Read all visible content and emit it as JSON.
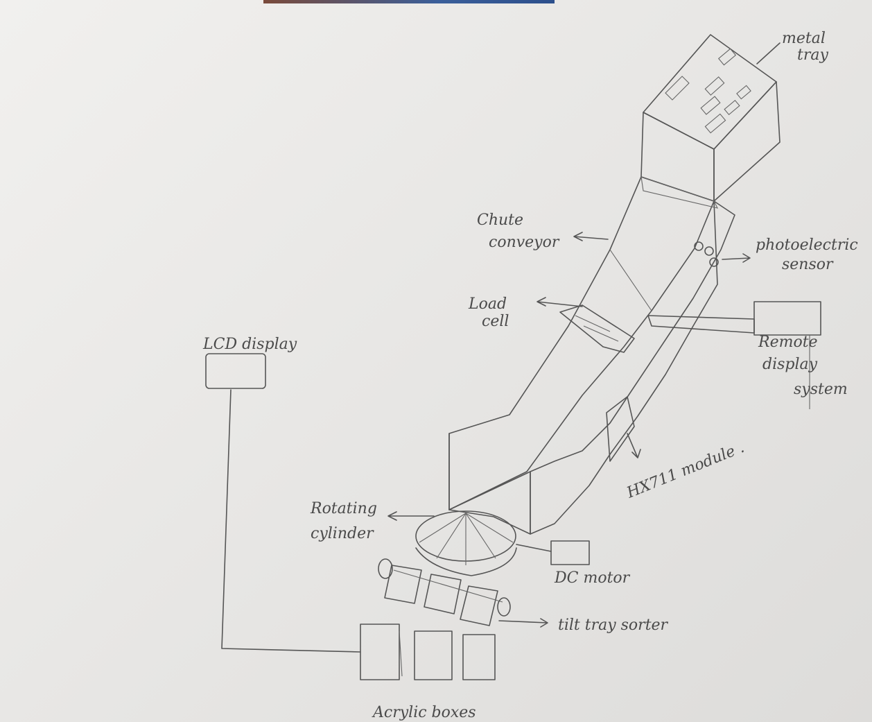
{
  "labels": {
    "metal_tray": [
      "metal",
      "tray"
    ],
    "chute_conveyor": [
      "Chute",
      "conveyor"
    ],
    "photoelectric_sensor": [
      "photoelectric",
      "sensor"
    ],
    "load_cell": [
      "Load",
      "cell"
    ],
    "remote_display": [
      "Remote",
      "display",
      "system"
    ],
    "lcd_display": "LCD display",
    "hx711": "HX711 module .",
    "rotating_cylinder": [
      "Rotating",
      "cylinder"
    ],
    "dc_motor": "DC motor",
    "tilt_tray": "tilt tray sorter",
    "acrylic_boxes": "Acrylic boxes"
  },
  "colors": {
    "paper": "#ecebe9",
    "pencil": "#555555",
    "shade_dark": "#8c8c8c",
    "shade_mid": "#a9a9a9",
    "motor": "#3a3a3a"
  }
}
